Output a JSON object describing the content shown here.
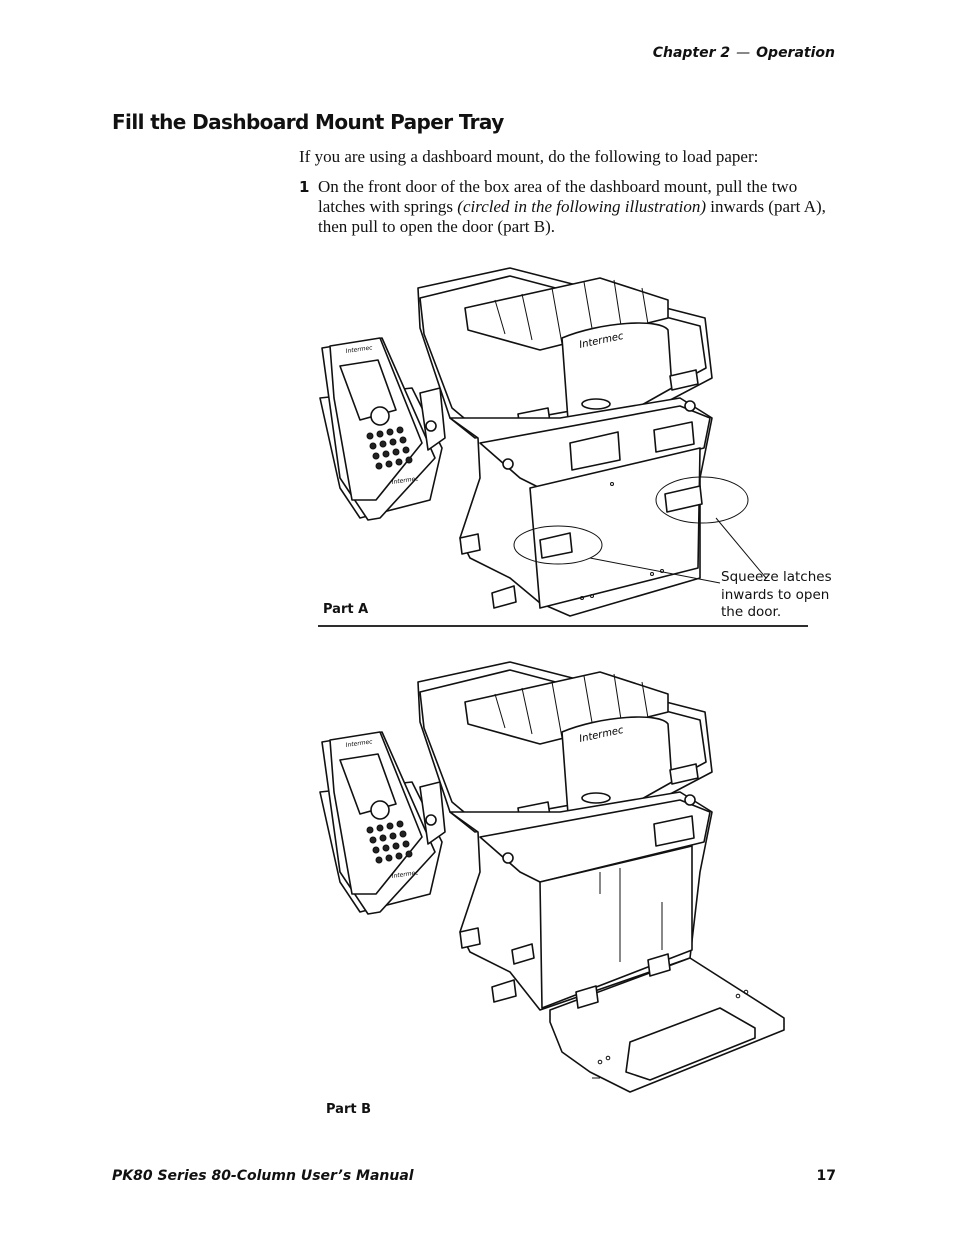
{
  "header": {
    "chapter": "Chapter  2",
    "dash": "—",
    "section": "Operation"
  },
  "title": "Fill the Dashboard Mount Paper Tray",
  "intro": "If you are using a dashboard mount, do the following to load paper:",
  "step": {
    "number": "1",
    "text_before": "On the front door of the box area of the dashboard mount, pull the two latches with springs ",
    "text_italic": "(circled in the following illustration)",
    "text_after": " inwards (part A), then pull to open the door (part B)."
  },
  "figure_a": {
    "label": "Part A",
    "callout": "Squeeze latches inwards to open the door.",
    "brand_marks": [
      "Intermec",
      "Intermec",
      "Intermec"
    ]
  },
  "figure_b": {
    "label": "Part B",
    "brand_marks": [
      "Intermec",
      "Intermec",
      "Intermec"
    ]
  },
  "footer": {
    "manual": "PK80 Series 80-Column User’s Manual",
    "page": "17"
  }
}
